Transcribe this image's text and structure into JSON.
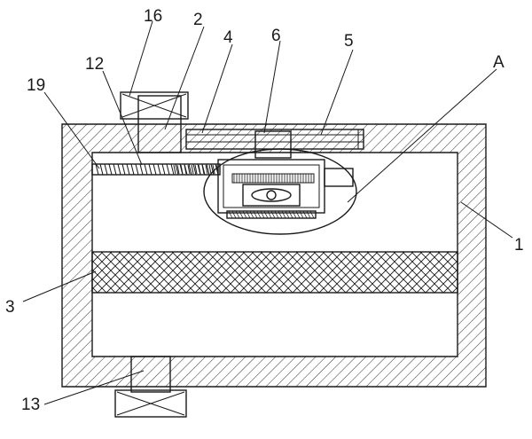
{
  "labels": {
    "l16": "16",
    "l2": "2",
    "l4": "4",
    "l6": "6",
    "l5": "5",
    "lA": "A",
    "l12": "12",
    "l19": "19",
    "l1": "1",
    "l3": "3",
    "l13": "13"
  }
}
